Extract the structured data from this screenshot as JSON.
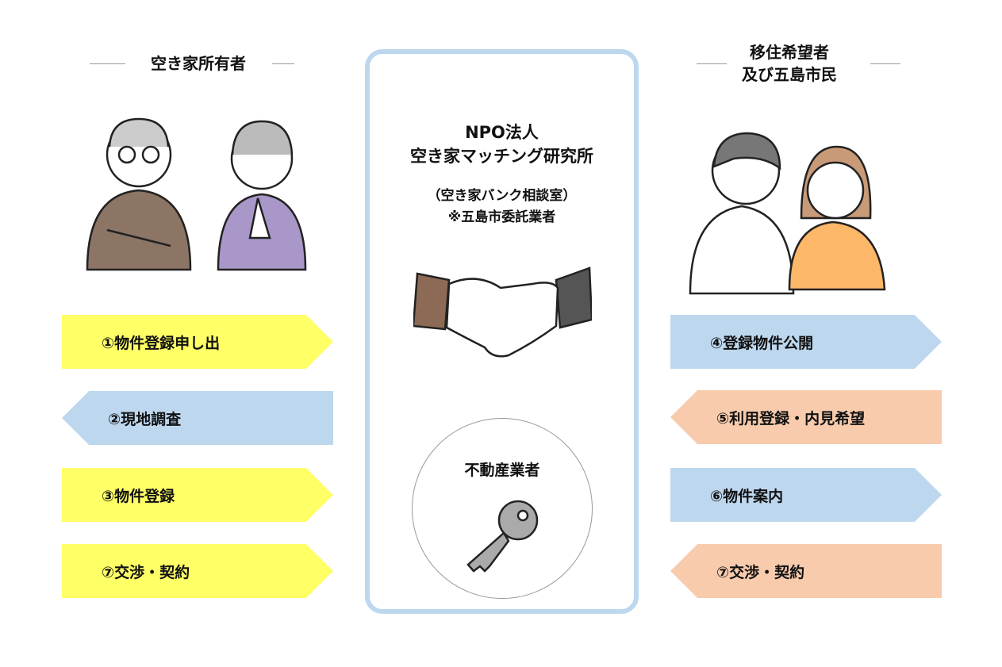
{
  "left_header": "空き家所有者",
  "right_header": [
    "移住希望者",
    "及び五島市民"
  ],
  "center": {
    "title": [
      "NPO法人",
      "空き家マッチング研究所"
    ],
    "subtitle": [
      "（空き家バンク相談室）",
      "※五島市委託業者"
    ],
    "realtor": "不動産業者"
  },
  "left_steps": [
    {
      "label": "①物件登録申し出",
      "direction": "right",
      "color": "#FFFF66"
    },
    {
      "label": "②現地調査",
      "direction": "left",
      "color": "#BDD7EE"
    },
    {
      "label": "③物件登録",
      "direction": "right",
      "color": "#FFFF66"
    },
    {
      "label": "⑦交渉・契約",
      "direction": "right",
      "color": "#FFFF66"
    }
  ],
  "right_steps": [
    {
      "label": "④登録物件公開",
      "direction": "right",
      "color": "#BDD7EE"
    },
    {
      "label": "⑤利用登録・内見希望",
      "direction": "left",
      "color": "#F8CBAD"
    },
    {
      "label": "⑥物件案内",
      "direction": "right",
      "color": "#BDD7EE"
    },
    {
      "label": "⑦交渉・契約",
      "direction": "left",
      "color": "#F8CBAD"
    }
  ]
}
